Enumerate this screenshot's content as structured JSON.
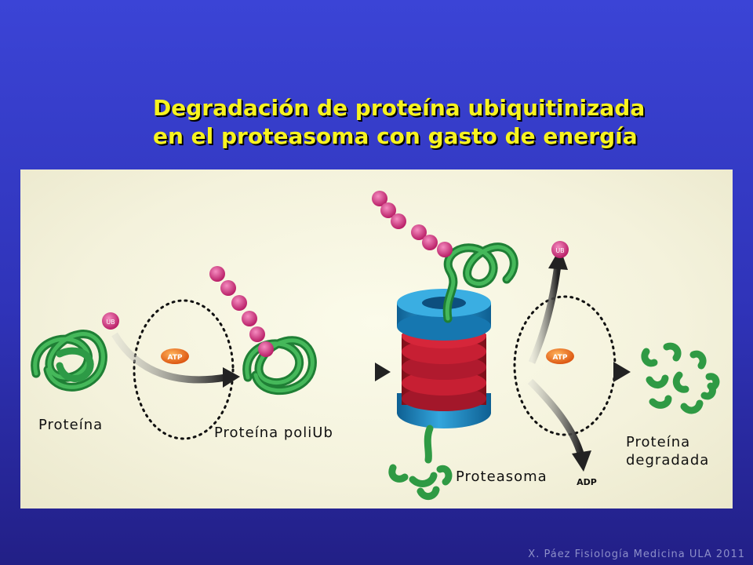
{
  "title": {
    "line1": "Degradación de proteína ubiquitinizada",
    "line2": "en el proteasoma con gasto de energía"
  },
  "labels": {
    "protein": "Proteína",
    "protein_polyub": "Proteína poliUb",
    "proteasome": "Proteasoma",
    "degraded_line1": "Proteína",
    "degraded_line2": "degradada"
  },
  "tags": {
    "ub": "UB",
    "atp": "ATP",
    "adp": "ADP"
  },
  "credit": "X. Páez Fisiología Medicina ULA 2011",
  "colors": {
    "background": "#2f33b8",
    "title": "#f7f31f",
    "panel": "#f4f2dc",
    "protein": "#1f9a3c",
    "ubiquitin": "#d6307f",
    "atp": "#e8661b",
    "proteasome_core": "#c0182b",
    "proteasome_cap": "#1a86c2"
  }
}
